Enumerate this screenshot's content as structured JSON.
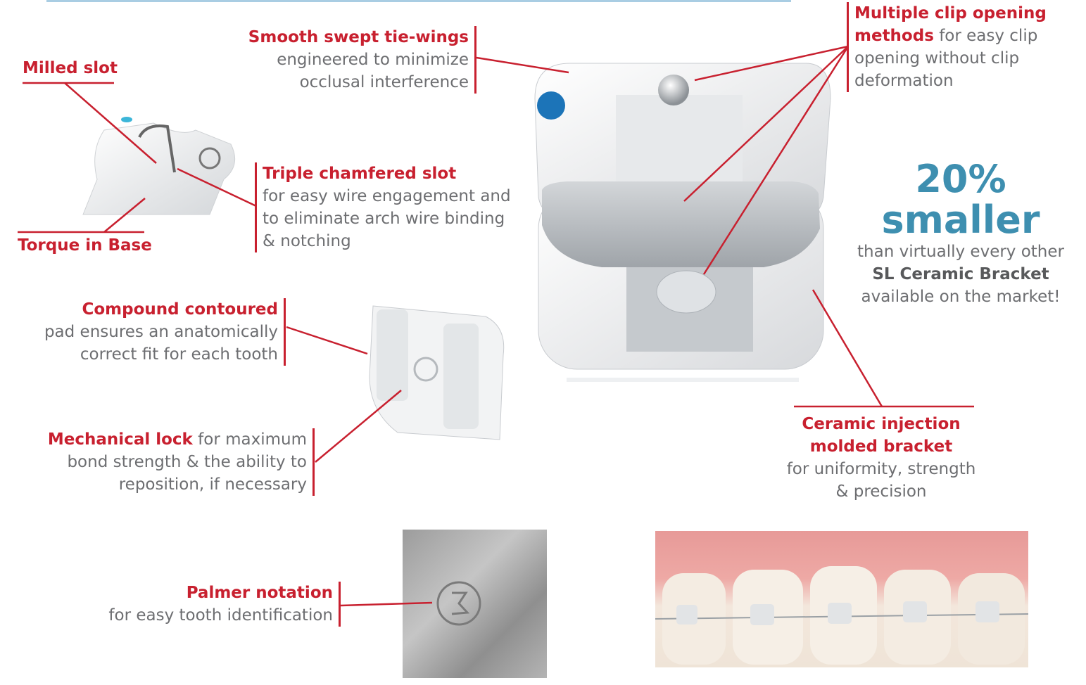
{
  "labels": {
    "smooth": {
      "title": "Smooth swept tie-wings",
      "lines": [
        "engineered to minimize",
        "occlusal interference"
      ]
    },
    "multiple": {
      "title_lines": [
        "Multiple clip opening",
        "methods"
      ],
      "rest": " for easy clip",
      "lines": [
        "opening without clip",
        "deformation"
      ]
    },
    "milled": {
      "title": "Milled slot"
    },
    "triple": {
      "title": "Triple chamfered slot",
      "lines": [
        "for easy wire engagement and",
        "to eliminate arch wire binding",
        "& notching"
      ]
    },
    "torque": {
      "title": "Torque in Base"
    },
    "compound": {
      "title": "Compound contoured",
      "lines": [
        "pad ensures an anatomically",
        "correct  fit for each tooth"
      ]
    },
    "mechanical": {
      "title": "Mechanical lock",
      "rest": " for maximum",
      "lines": [
        "bond strength & the ability to",
        "reposition, if necessary"
      ]
    },
    "ceramic": {
      "title_lines": [
        "Ceramic injection",
        "molded bracket"
      ],
      "lines": [
        "for uniformity, strength",
        "& precision"
      ]
    },
    "palmer": {
      "title": "Palmer notation",
      "lines": [
        "for easy tooth identification"
      ]
    }
  },
  "smaller": {
    "big": "20% smaller",
    "line1": "than virtually every other",
    "bold": "SL Ceramic Bracket",
    "line3": "available on the market!"
  },
  "colors": {
    "accent_red": "#c8202f",
    "accent_blue": "#3e8fb0",
    "text_gray": "#6d6e71"
  }
}
